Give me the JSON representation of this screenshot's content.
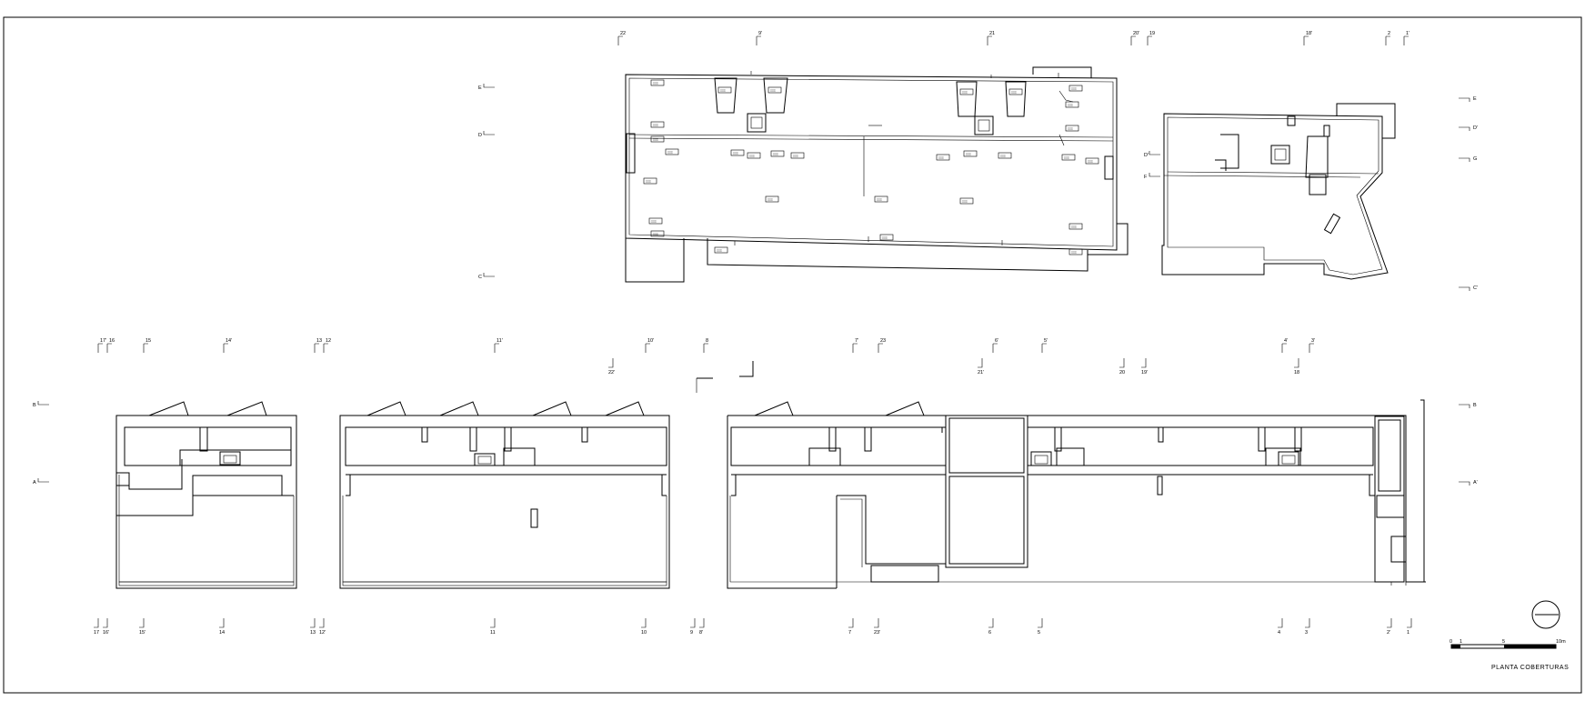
{
  "drawing": {
    "title": "PLANTA  COBERTURAS",
    "scale": {
      "ticks": [
        "0",
        "1",
        "5",
        "10m"
      ]
    }
  },
  "upper_axes": {
    "top": [
      "22",
      "9'",
      "21",
      "20'",
      "19",
      "18'",
      "2",
      "1'"
    ],
    "left": [
      "E",
      "D",
      "C"
    ],
    "right": [
      "E",
      "D'",
      "G",
      "C'"
    ],
    "right_block_left": [
      "D'",
      "F"
    ]
  },
  "lower_axes": {
    "top": [
      "17'",
      "16",
      "15",
      "14'",
      "13",
      "12",
      "11'",
      "10'",
      "8",
      "7'",
      "23",
      "6'",
      "5'",
      "4'",
      "3'"
    ],
    "top_sub": [
      "22'",
      "21'",
      "20",
      "19'",
      "18"
    ],
    "bottom": [
      "17",
      "16'",
      "15'",
      "14",
      "13",
      "12'",
      "11",
      "10",
      "9",
      "8'",
      "7",
      "23'",
      "6",
      "5",
      "4",
      "3",
      "2'",
      "1"
    ],
    "left": [
      "B",
      "A"
    ],
    "right": [
      "B",
      "A'"
    ]
  },
  "roof_labels": [
    "ΞΞΞ",
    "ΞΞΞ",
    "ΞΞΞ",
    "ΞΞΞ",
    "ΞΞΞ",
    "ΞΞΞ",
    "ΞΞΞ",
    "ΞΞΞ",
    "ΞΞΞ",
    "ΞΞΞ",
    "ΞΞΞ",
    "ΞΞΞ",
    "ΞΞΞ",
    "ΞΞΞ",
    "ΞΞΞ",
    "ΞΞΞ",
    "ΞΞΞ",
    "ΞΞΞ",
    "ΞΞΞ",
    "ΞΞΞ",
    "ΞΞΞ",
    "ΞΞΞ",
    "ΞΞΞ",
    "ΞΞΞ",
    "ΞΞΞ",
    "ΞΞΞ",
    "ΞΞΞ",
    "ΞΞΞ",
    "ΞΞΞ",
    "ΞΞΞ"
  ]
}
